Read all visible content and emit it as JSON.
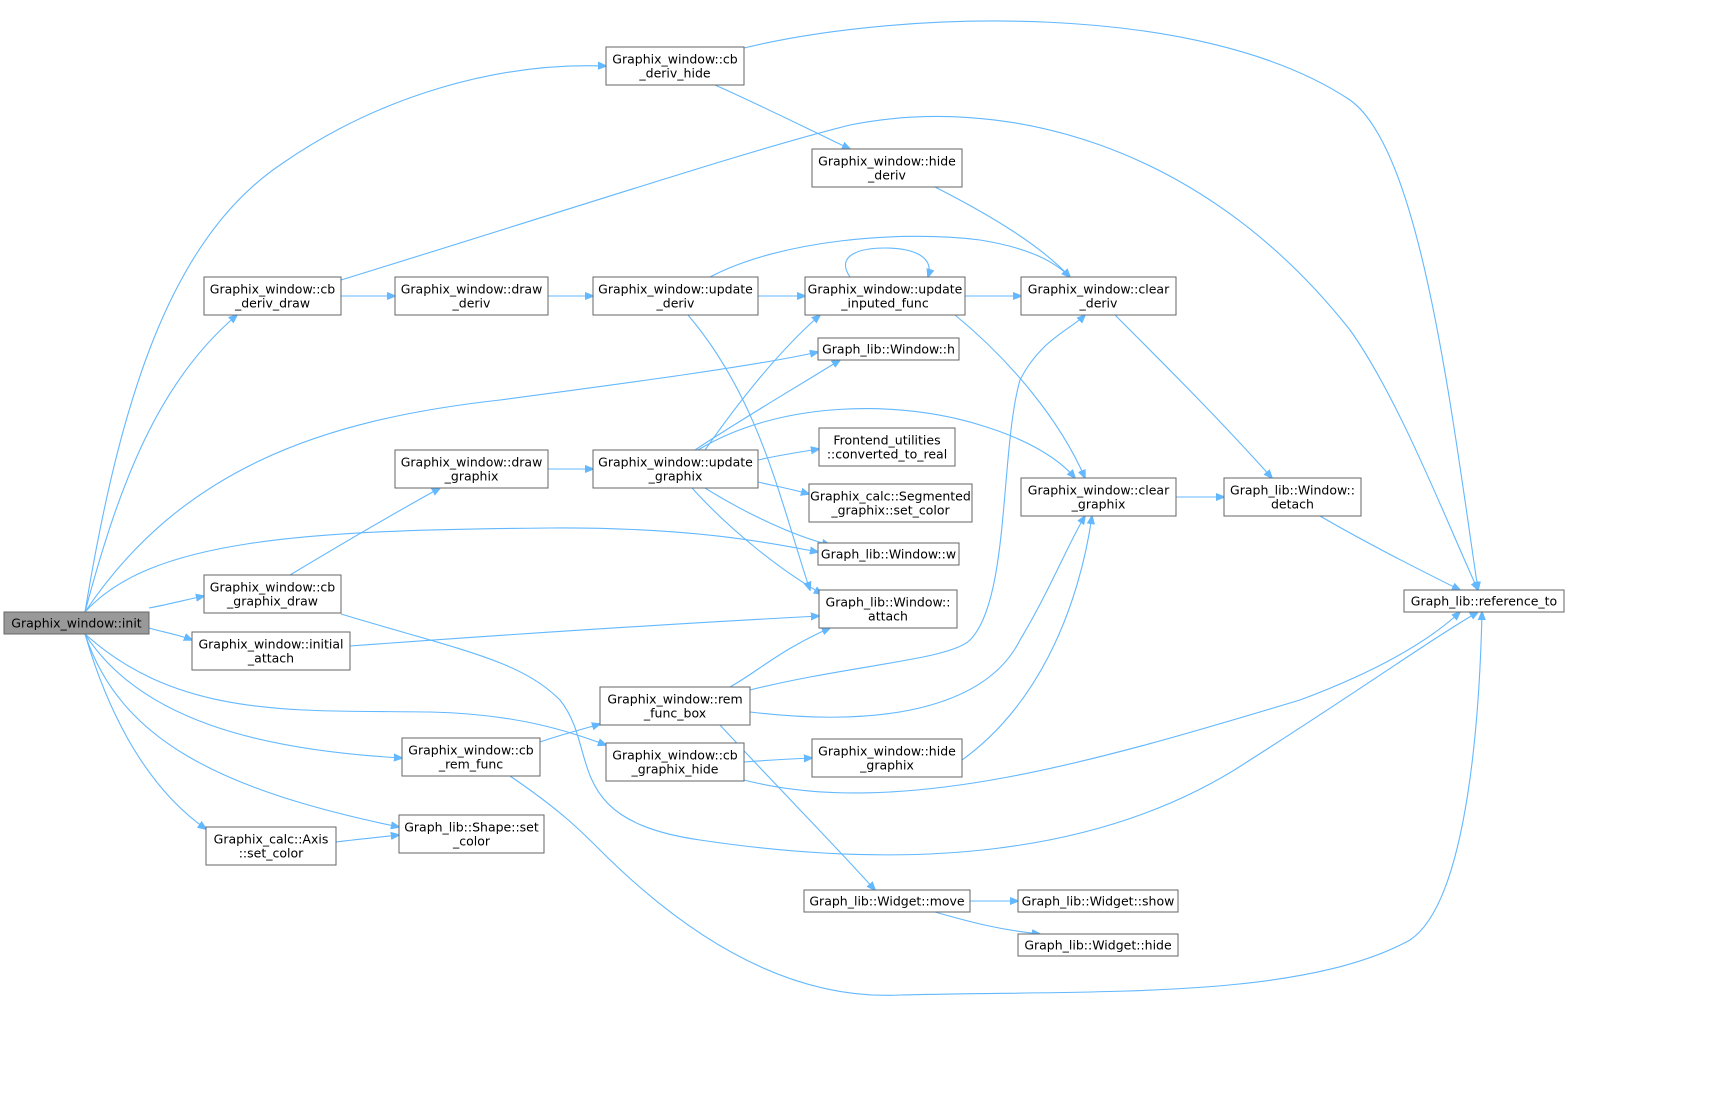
{
  "colors": {
    "edge": "#63b8ff",
    "node_border": "#666666",
    "root_fill": "#999999",
    "node_fill": "#ffffff"
  },
  "nodes": [
    {
      "id": "init",
      "lines": [
        "Graphix_window::init"
      ],
      "root": true
    },
    {
      "id": "cb_deriv_hide",
      "lines": [
        "Graphix_window::cb",
        "_deriv_hide"
      ]
    },
    {
      "id": "hide_deriv",
      "lines": [
        "Graphix_window::hide",
        "_deriv"
      ]
    },
    {
      "id": "cb_deriv_draw",
      "lines": [
        "Graphix_window::cb",
        "_deriv_draw"
      ]
    },
    {
      "id": "draw_deriv",
      "lines": [
        "Graphix_window::draw",
        "_deriv"
      ]
    },
    {
      "id": "update_deriv",
      "lines": [
        "Graphix_window::update",
        "_deriv"
      ]
    },
    {
      "id": "update_inputed_func",
      "lines": [
        "Graphix_window::update",
        "_inputed_func"
      ]
    },
    {
      "id": "clear_deriv",
      "lines": [
        "Graphix_window::clear",
        "_deriv"
      ]
    },
    {
      "id": "window_h",
      "lines": [
        "Graph_lib::Window::h"
      ]
    },
    {
      "id": "draw_graphix",
      "lines": [
        "Graphix_window::draw",
        "_graphix"
      ]
    },
    {
      "id": "update_graphix",
      "lines": [
        "Graphix_window::update",
        "_graphix"
      ]
    },
    {
      "id": "converted_to_real",
      "lines": [
        "Frontend_utilities",
        "::converted_to_real"
      ]
    },
    {
      "id": "seg_set_color",
      "lines": [
        "Graphix_calc::Segmented",
        "_graphix::set_color"
      ]
    },
    {
      "id": "window_w",
      "lines": [
        "Graph_lib::Window::w"
      ]
    },
    {
      "id": "clear_graphix",
      "lines": [
        "Graphix_window::clear",
        "_graphix"
      ]
    },
    {
      "id": "window_detach",
      "lines": [
        "Graph_lib::Window::",
        "detach"
      ]
    },
    {
      "id": "reference_to",
      "lines": [
        "Graph_lib::reference_to"
      ]
    },
    {
      "id": "cb_graphix_draw",
      "lines": [
        "Graphix_window::cb",
        "_graphix_draw"
      ]
    },
    {
      "id": "window_attach",
      "lines": [
        "Graph_lib::Window::",
        "attach"
      ]
    },
    {
      "id": "initial_attach",
      "lines": [
        "Graphix_window::initial",
        "_attach"
      ]
    },
    {
      "id": "rem_func_box",
      "lines": [
        "Graphix_window::rem",
        "_func_box"
      ]
    },
    {
      "id": "cb_rem_func",
      "lines": [
        "Graphix_window::cb",
        "_rem_func"
      ]
    },
    {
      "id": "cb_graphix_hide",
      "lines": [
        "Graphix_window::cb",
        "_graphix_hide"
      ]
    },
    {
      "id": "hide_graphix",
      "lines": [
        "Graphix_window::hide",
        "_graphix"
      ]
    },
    {
      "id": "axis_set_color",
      "lines": [
        "Graphix_calc::Axis",
        "::set_color"
      ]
    },
    {
      "id": "shape_set_color",
      "lines": [
        "Graph_lib::Shape::set",
        "_color"
      ]
    },
    {
      "id": "widget_move",
      "lines": [
        "Graph_lib::Widget::move"
      ]
    },
    {
      "id": "widget_show",
      "lines": [
        "Graph_lib::Widget::show"
      ]
    },
    {
      "id": "widget_hide",
      "lines": [
        "Graph_lib::Widget::hide"
      ]
    }
  ],
  "edges": [
    [
      "init",
      "cb_deriv_hide"
    ],
    [
      "init",
      "cb_deriv_draw"
    ],
    [
      "init",
      "window_h"
    ],
    [
      "init",
      "window_w"
    ],
    [
      "init",
      "cb_graphix_draw"
    ],
    [
      "init",
      "initial_attach"
    ],
    [
      "init",
      "cb_graphix_hide"
    ],
    [
      "init",
      "cb_rem_func"
    ],
    [
      "init",
      "shape_set_color"
    ],
    [
      "init",
      "axis_set_color"
    ],
    [
      "cb_deriv_hide",
      "reference_to"
    ],
    [
      "cb_deriv_hide",
      "hide_deriv"
    ],
    [
      "hide_deriv",
      "clear_deriv"
    ],
    [
      "cb_deriv_draw",
      "reference_to"
    ],
    [
      "cb_deriv_draw",
      "draw_deriv"
    ],
    [
      "draw_deriv",
      "update_deriv"
    ],
    [
      "update_deriv",
      "clear_deriv"
    ],
    [
      "update_deriv",
      "update_inputed_func"
    ],
    [
      "update_deriv",
      "window_attach"
    ],
    [
      "update_inputed_func",
      "update_inputed_func"
    ],
    [
      "update_inputed_func",
      "clear_deriv"
    ],
    [
      "update_inputed_func",
      "clear_graphix"
    ],
    [
      "clear_deriv",
      "window_detach"
    ],
    [
      "update_graphix",
      "update_inputed_func"
    ],
    [
      "update_graphix",
      "window_h"
    ],
    [
      "update_graphix",
      "clear_graphix"
    ],
    [
      "update_graphix",
      "converted_to_real"
    ],
    [
      "update_graphix",
      "seg_set_color"
    ],
    [
      "update_graphix",
      "window_w"
    ],
    [
      "update_graphix",
      "window_attach"
    ],
    [
      "draw_graphix",
      "update_graphix"
    ],
    [
      "cb_graphix_draw",
      "draw_graphix"
    ],
    [
      "cb_graphix_draw",
      "reference_to"
    ],
    [
      "clear_graphix",
      "window_detach"
    ],
    [
      "window_detach",
      "reference_to"
    ],
    [
      "initial_attach",
      "window_attach"
    ],
    [
      "rem_func_box",
      "window_attach"
    ],
    [
      "rem_func_box",
      "clear_deriv"
    ],
    [
      "rem_func_box",
      "clear_graphix"
    ],
    [
      "rem_func_box",
      "widget_move"
    ],
    [
      "cb_rem_func",
      "rem_func_box"
    ],
    [
      "cb_rem_func",
      "reference_to"
    ],
    [
      "cb_graphix_hide",
      "hide_graphix"
    ],
    [
      "cb_graphix_hide",
      "reference_to"
    ],
    [
      "hide_graphix",
      "clear_graphix"
    ],
    [
      "axis_set_color",
      "shape_set_color"
    ],
    [
      "widget_move",
      "widget_show"
    ],
    [
      "widget_move",
      "widget_hide"
    ]
  ]
}
